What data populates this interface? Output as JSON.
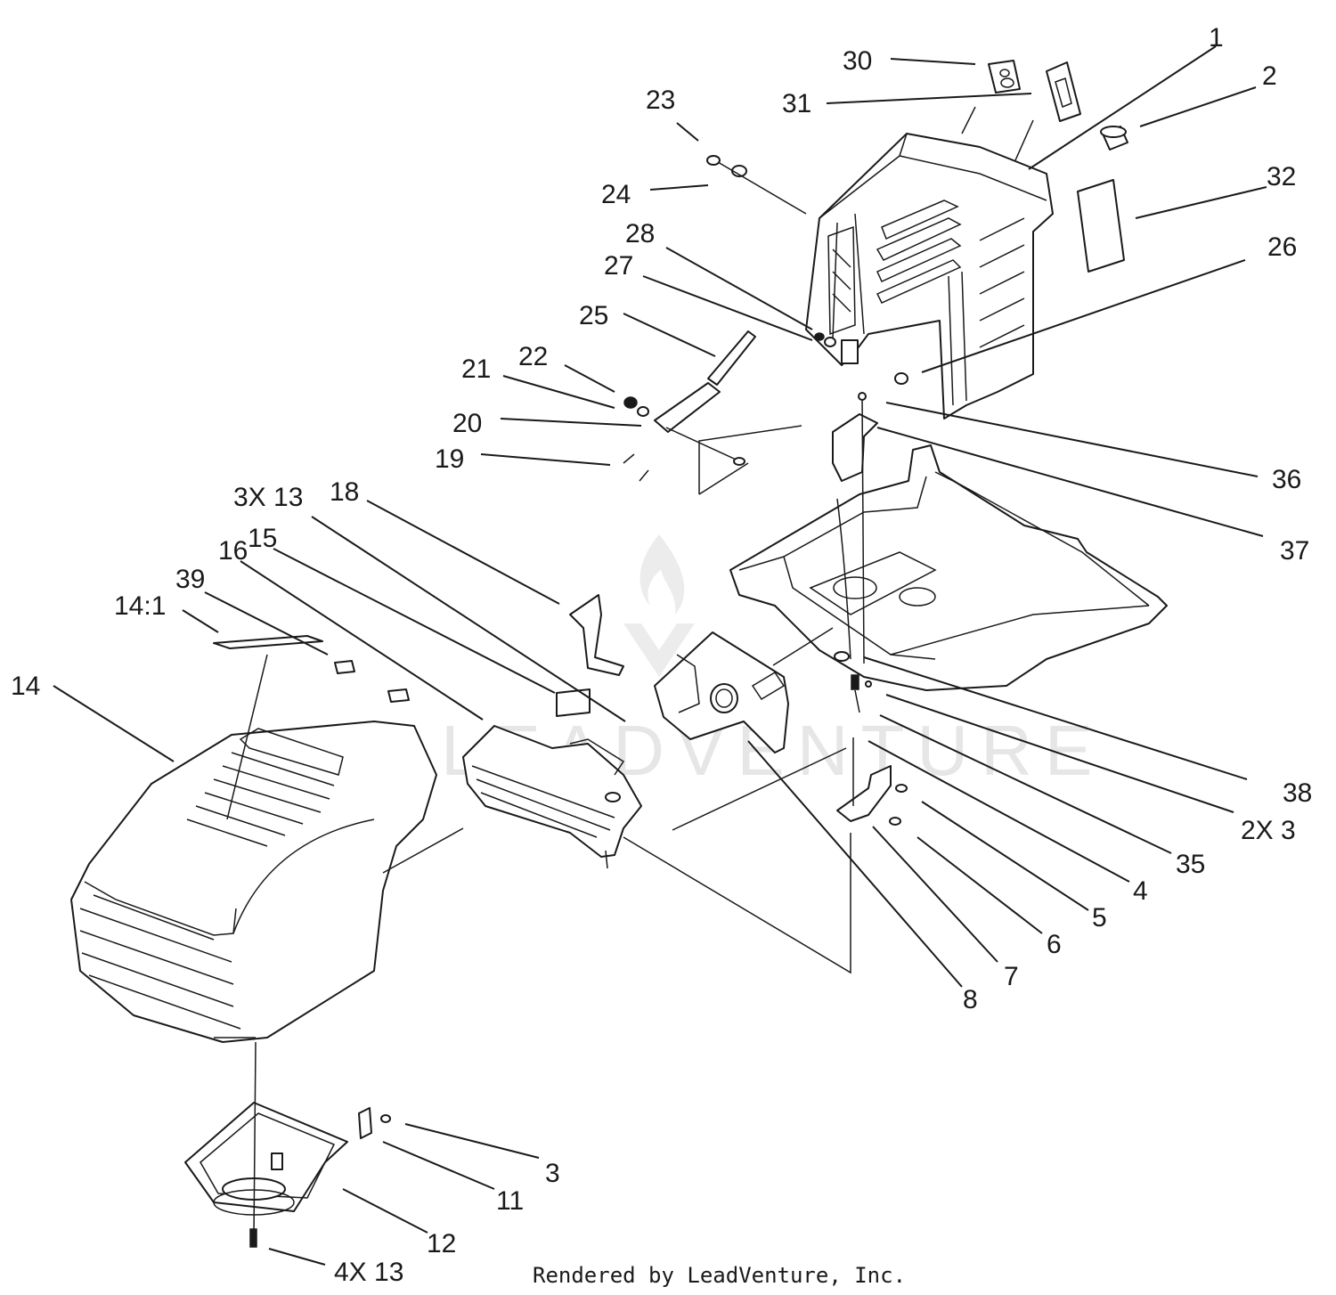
{
  "callouts": [
    {
      "id": "c1",
      "text": "1"
    },
    {
      "id": "c2",
      "text": "2"
    },
    {
      "id": "c3",
      "text": "3"
    },
    {
      "id": "c4",
      "text": "4"
    },
    {
      "id": "c5",
      "text": "5"
    },
    {
      "id": "c6",
      "text": "6"
    },
    {
      "id": "c7",
      "text": "7"
    },
    {
      "id": "c8",
      "text": "8"
    },
    {
      "id": "c11",
      "text": "11"
    },
    {
      "id": "c12",
      "text": "12"
    },
    {
      "id": "c14",
      "text": "14"
    },
    {
      "id": "c14_1",
      "text": "14:1"
    },
    {
      "id": "c15",
      "text": "15"
    },
    {
      "id": "c16",
      "text": "16"
    },
    {
      "id": "c18",
      "text": "18"
    },
    {
      "id": "c19",
      "text": "19"
    },
    {
      "id": "c20",
      "text": "20"
    },
    {
      "id": "c21",
      "text": "21"
    },
    {
      "id": "c22",
      "text": "22"
    },
    {
      "id": "c23",
      "text": "23"
    },
    {
      "id": "c24",
      "text": "24"
    },
    {
      "id": "c25",
      "text": "25"
    },
    {
      "id": "c26",
      "text": "26"
    },
    {
      "id": "c27",
      "text": "27"
    },
    {
      "id": "c28",
      "text": "28"
    },
    {
      "id": "c30",
      "text": "30"
    },
    {
      "id": "c31",
      "text": "31"
    },
    {
      "id": "c32",
      "text": "32"
    },
    {
      "id": "c35",
      "text": "35"
    },
    {
      "id": "c36",
      "text": "36"
    },
    {
      "id": "c37",
      "text": "37"
    },
    {
      "id": "c38",
      "text": "38"
    },
    {
      "id": "c39",
      "text": "39"
    },
    {
      "id": "c3x13",
      "text": "3X 13"
    },
    {
      "id": "c2x3",
      "text": "2X 3"
    },
    {
      "id": "c4x13",
      "text": "4X 13"
    }
  ],
  "footer": "Rendered by LeadVenture, Inc.",
  "watermark": "LEADVENTURE",
  "colors": {
    "ink": "#1a1a1a",
    "watermark": "#e6e6e6",
    "background": "#ffffff"
  }
}
